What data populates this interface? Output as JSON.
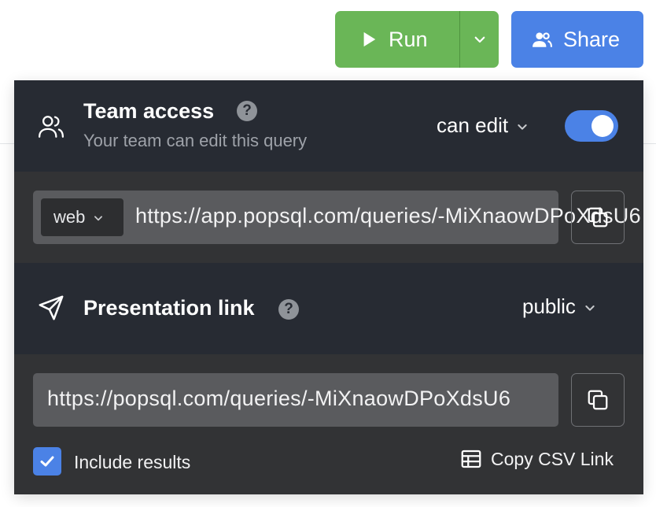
{
  "toolbar": {
    "run_label": "Run",
    "share_label": "Share"
  },
  "team_access": {
    "title": "Team access",
    "help": "?",
    "subtitle": "Your team can edit this query",
    "permission": "can edit",
    "enabled": true
  },
  "query_link": {
    "type": "web",
    "url": "https://app.popsql.com/queries/-MiXnaowDPoXdsU6"
  },
  "presentation": {
    "title": "Presentation link",
    "help": "?",
    "visibility": "public",
    "url": "https://popsql.com/queries/-MiXnaowDPoXdsU6",
    "include_results_label": "Include results",
    "include_results_checked": true,
    "copy_csv_label": "Copy CSV Link"
  },
  "colors": {
    "run_green": "#6ab657",
    "share_blue": "#4b82e6",
    "panel_dark": "#272b33",
    "panel_gray": "#323335"
  },
  "icons": [
    "play-icon",
    "chevron-down-icon",
    "users-icon",
    "help-icon",
    "copy-icon",
    "send-icon",
    "checkmark-icon",
    "table-icon"
  ]
}
